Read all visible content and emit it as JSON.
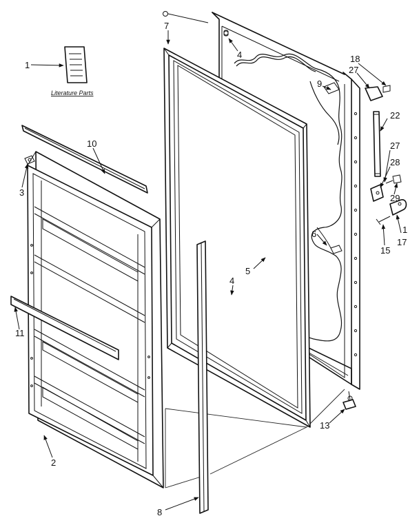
{
  "diagram": {
    "caption": "Literature Parts",
    "callouts": [
      {
        "id": "1",
        "label": "1"
      },
      {
        "id": "1b",
        "label": "1"
      },
      {
        "id": "2",
        "label": "2"
      },
      {
        "id": "3",
        "label": "3"
      },
      {
        "id": "4a",
        "label": "4"
      },
      {
        "id": "4b",
        "label": "4"
      },
      {
        "id": "5",
        "label": "5"
      },
      {
        "id": "6",
        "label": "6"
      },
      {
        "id": "6b",
        "label": "6"
      },
      {
        "id": "7",
        "label": "7"
      },
      {
        "id": "8",
        "label": "8"
      },
      {
        "id": "9",
        "label": "9"
      },
      {
        "id": "10",
        "label": "10"
      },
      {
        "id": "11",
        "label": "11"
      },
      {
        "id": "13",
        "label": "13"
      },
      {
        "id": "15",
        "label": "15"
      },
      {
        "id": "17",
        "label": "17"
      },
      {
        "id": "18",
        "label": "18"
      },
      {
        "id": "22",
        "label": "22"
      },
      {
        "id": "27a",
        "label": "27"
      },
      {
        "id": "27b",
        "label": "27"
      },
      {
        "id": "28",
        "label": "28"
      },
      {
        "id": "29",
        "label": "29"
      }
    ]
  }
}
